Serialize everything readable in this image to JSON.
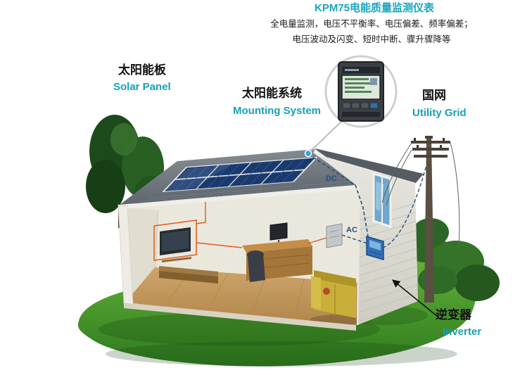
{
  "header": {
    "title": "KPM75电能质量监测仪表",
    "subtitle_line1": "全电量监测，电压不平衡率、电压偏差、频率偏差；",
    "subtitle_line2": "电压波动及闪变、短时中断、骤升骤降等"
  },
  "labels": {
    "solar_panel_zh": "太阳能板",
    "solar_panel_en": "Solar Panel",
    "mounting_zh": "太阳能系统",
    "mounting_en": "Mounting System",
    "grid_zh": "国网",
    "grid_en": "Utility Grid",
    "inverter_zh": "逆变器",
    "inverter_en": "Inverter",
    "dc": "DC",
    "ac": "AC"
  },
  "colors": {
    "title_teal": "#18a5c0",
    "label_teal": "#17a0b8",
    "wire_blue": "#274f7d",
    "grass_green": "#4ea32e",
    "solar_panel_blue": "#1a3a6e",
    "inverter_blue": "#2f6fb5",
    "roof_gray": "#70777e"
  }
}
